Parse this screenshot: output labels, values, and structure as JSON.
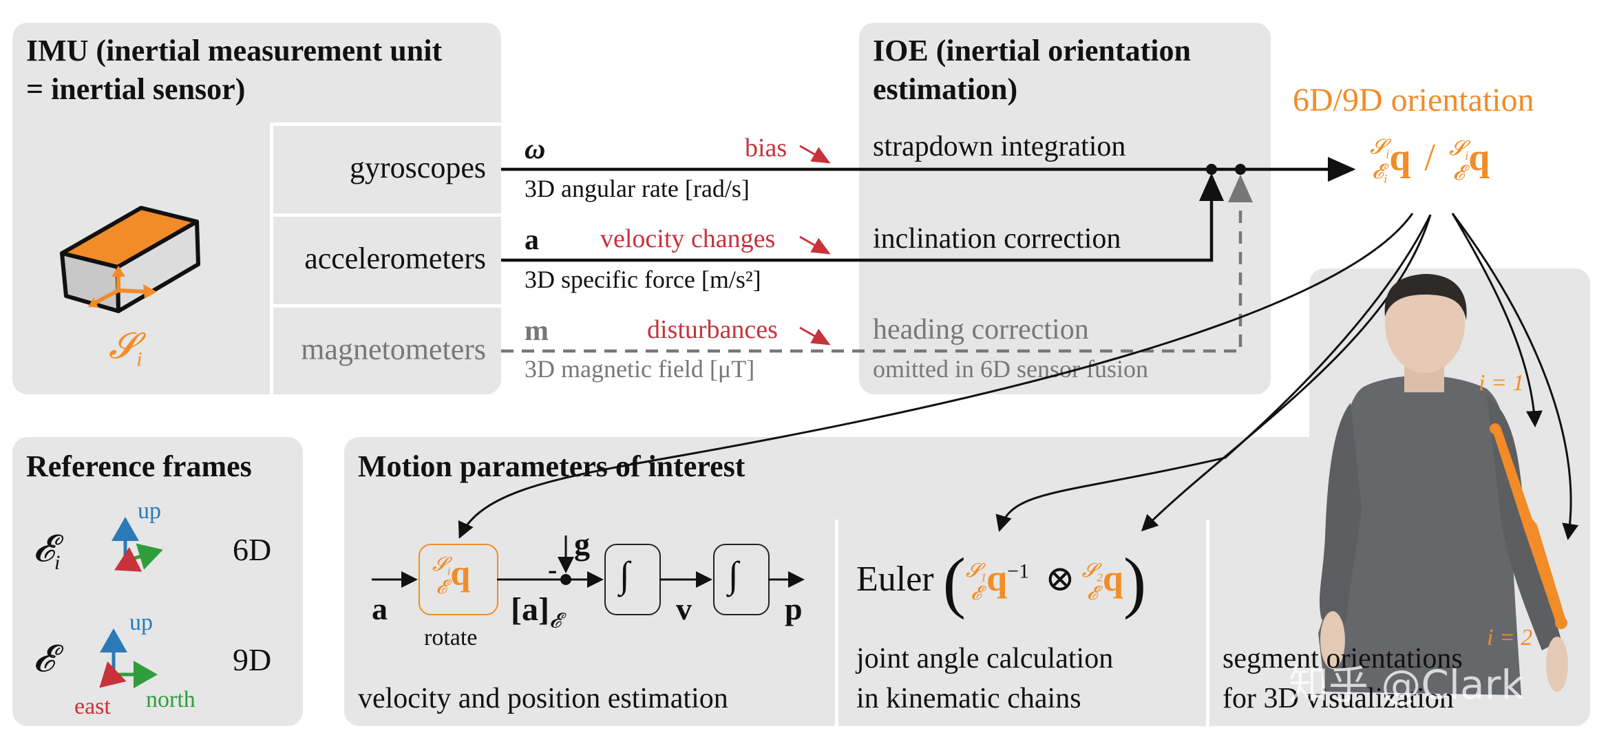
{
  "imu": {
    "title": "IMU (inertial measurement unit = inertial sensor)",
    "frame_label": "𝓢",
    "frame_sub": "i",
    "sensors": [
      {
        "label": "gyroscopes",
        "symbol": "ω",
        "description": "3D angular rate [rad/s]",
        "error": "bias"
      },
      {
        "label": "accelerometers",
        "symbol": "a",
        "description": "3D specific force [m/s²]",
        "error": "velocity changes"
      },
      {
        "label": "magnetometers",
        "symbol": "m",
        "description": "3D magnetic field [μT]",
        "error": "disturbances"
      }
    ]
  },
  "ioe": {
    "title": "IOE (inertial orientation estimation)",
    "steps": [
      "strapdown integration",
      "inclination correction",
      "heading correction"
    ],
    "note": "omitted in 6D sensor fusion"
  },
  "output": {
    "title": "6D/9D orientation",
    "q_symbol": "q",
    "sup": "𝓢",
    "sup_sub": "i",
    "sub1": "𝓔",
    "sub1_sub": "i",
    "sub2": "𝓔",
    "slash": "/"
  },
  "reference_frames": {
    "title": "Reference frames",
    "rows": [
      {
        "frame": "𝓔",
        "frame_sub": "i",
        "dim": "6D",
        "axis_up": "up"
      },
      {
        "frame": "𝓔",
        "frame_sub": "",
        "dim": "9D",
        "axis_up": "up",
        "axis_east": "east",
        "axis_north": "north"
      }
    ]
  },
  "motion": {
    "title": "Motion parameters of interest",
    "velocity": {
      "input": "a",
      "rotate_label": "rotate",
      "gravity": "g",
      "minus": "-",
      "bracket_a": "[a]",
      "bracket_sub": "𝓔",
      "integral": "∫",
      "v": "v",
      "p": "p",
      "caption": "velocity and position estimation"
    },
    "joint": {
      "euler": "Euler",
      "s1": "𝓢",
      "s1_sub": "1",
      "s2": "𝓢",
      "s2_sub": "2",
      "e": "𝓔",
      "q": "q",
      "inv": "−1",
      "otimes": "⊗",
      "caption_1": "joint angle calculation",
      "caption_2": "in kinematic chains"
    },
    "segment": {
      "caption_1": "segment orientations",
      "caption_2": "for 3D visualization"
    }
  },
  "human": {
    "label_1": "i = 1",
    "label_2": "i = 2"
  },
  "watermark": "知乎 @Clark",
  "colors": {
    "orange": "#f28c28",
    "red": "#c8323c",
    "blue": "#2a7ab8",
    "green": "#2f9e3a",
    "panel": "#e6e6e6"
  }
}
